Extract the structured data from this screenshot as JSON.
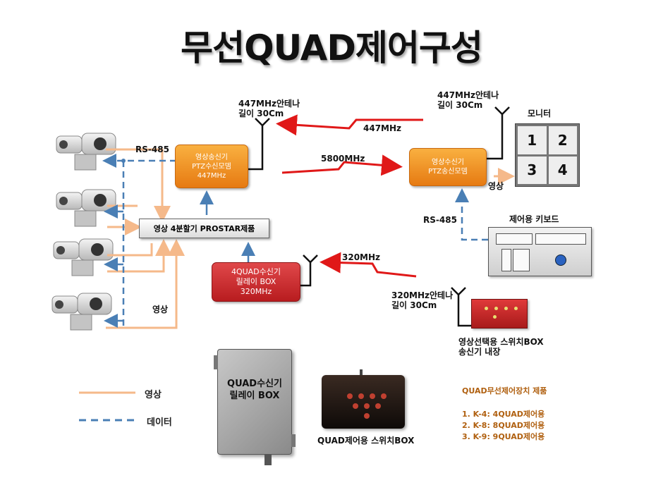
{
  "title": "무선QUAD제어구성",
  "antenna_top_left": {
    "line1": "447MHz안테나",
    "line2": "길이 30Cm"
  },
  "antenna_top_right": {
    "line1": "447MHz안테나",
    "line2": "길이 30Cm"
  },
  "antenna_bottom": {
    "line1": "320MHz안테나",
    "line2": "길이 30Cm"
  },
  "signal_447": "447MHz",
  "signal_5800": "5800MHz",
  "signal_320": "320MHz",
  "rs485_left": "RS-485",
  "rs485_right": "RS-485",
  "tx_module": {
    "line1": "영상송신기",
    "line2": "PTZ수신모뎀",
    "line3": "447MHz"
  },
  "rx_module": {
    "line1": "영상수신기",
    "line2": "PTZ송신모뎀"
  },
  "video_divider": "영상 4분할기 PROSTAR제품",
  "quad_rx_box": {
    "line1": "4QUAD수신기",
    "line2": "릴레이 BOX",
    "line3": "320MHz"
  },
  "monitor": {
    "label": "모니터",
    "cells": [
      "1",
      "2",
      "3",
      "4"
    ]
  },
  "keyboard_label": "제어용 키보드",
  "video_label_left": "영상",
  "video_label_right": "영상",
  "switch_box_caption": {
    "line1": "영상선택용 스위치BOX",
    "line2": "송신기 내장"
  },
  "quad_relay_photo": {
    "line1": "QUAD수신기",
    "line2": "릴레이 BOX"
  },
  "quad_switch_caption": "QUAD제어용 스위치BOX",
  "legend": {
    "video": "영상",
    "data": "데이터"
  },
  "products": {
    "heading": "QUAD무선제어장치 제품",
    "items": [
      "1. K-4: 4QUAD제어용",
      "2. K-8: 8QUAD제어용",
      "3. K-9: 9QUAD제어용"
    ]
  },
  "colors": {
    "video_line": "#f5b98a",
    "data_line": "#4a7fb5",
    "signal_arrow": "#e01818",
    "tx_box": "#f39a26",
    "quad_box": "#d02f32"
  }
}
